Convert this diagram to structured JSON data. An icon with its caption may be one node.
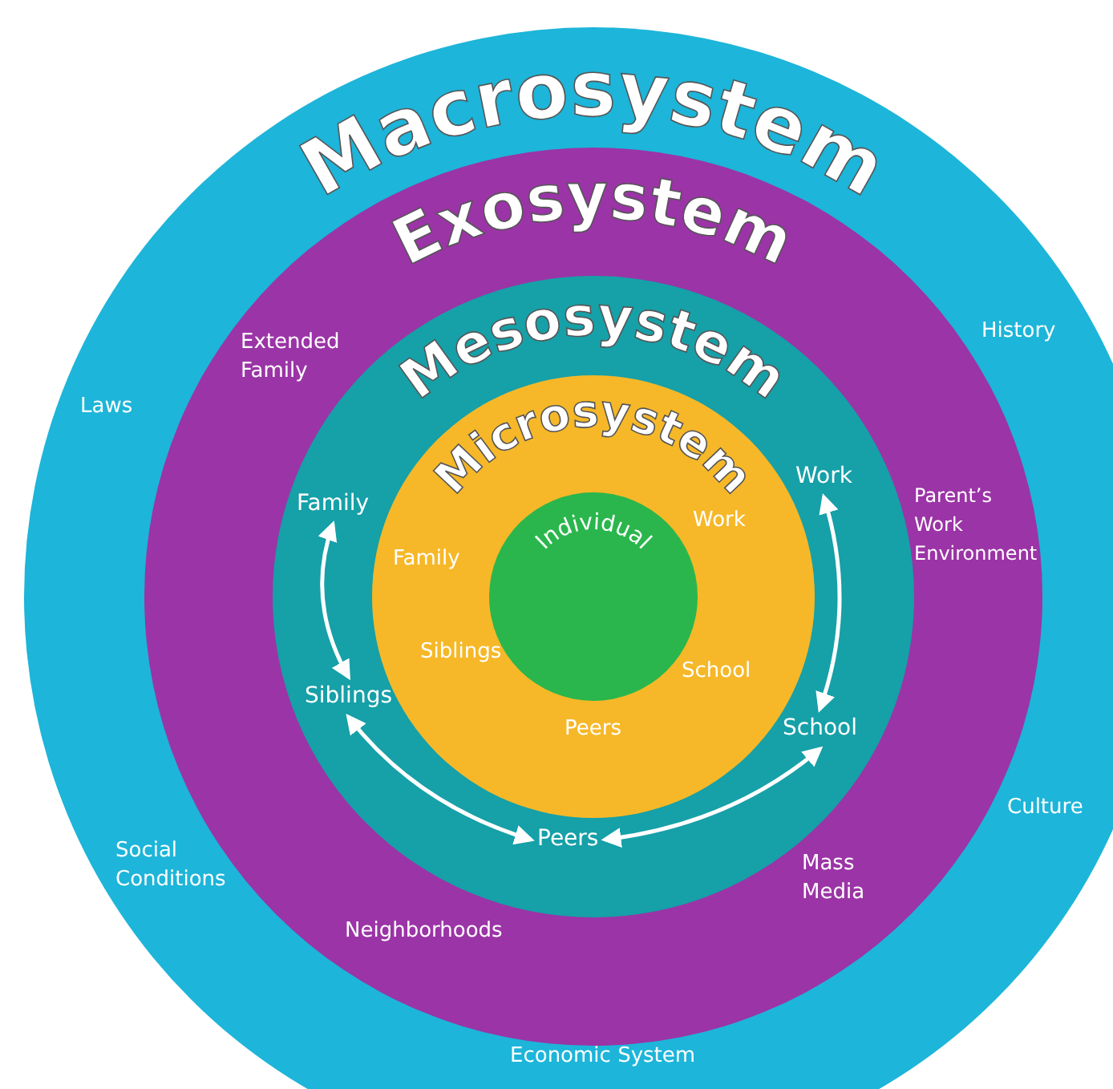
{
  "diagram": {
    "nodes": [
      {
        "text": [
          "Macrosystem"
        ]
      },
      {
        "text": [
          "Exosystem"
        ],
        "in": 0
      },
      {
        "text": [
          "Mesosystem"
        ],
        "in": 1
      },
      {
        "text": [
          "Microsystem"
        ],
        "in": 2
      },
      {
        "text": [
          "Individual"
        ],
        "in": 3
      },
      {
        "text": [
          "Family"
        ],
        "in": 2
      },
      {
        "text": [
          "Siblings"
        ],
        "in": 2
      },
      {
        "text": [
          "Peers"
        ],
        "in": 2
      },
      {
        "text": [
          "School"
        ],
        "in": 2
      },
      {
        "text": [
          "Work"
        ],
        "in": 2
      }
    ],
    "edges": [
      {
        "from": 5,
        "to": 6,
        "arrow": "both"
      },
      {
        "from": 6,
        "to": 7,
        "arrow": "both"
      },
      {
        "from": 7,
        "to": 8,
        "arrow": "both"
      },
      {
        "from": 8,
        "to": 9,
        "arrow": "both"
      }
    ],
    "labels": [
      "Laws",
      "History",
      "Extended Family",
      "Parent’s Work Environment",
      "Culture",
      "Social Conditions",
      "Mass Media",
      "Neighborhoods",
      "Economic System",
      "Family",
      "Work",
      "Siblings",
      "School",
      "Peers"
    ]
  }
}
